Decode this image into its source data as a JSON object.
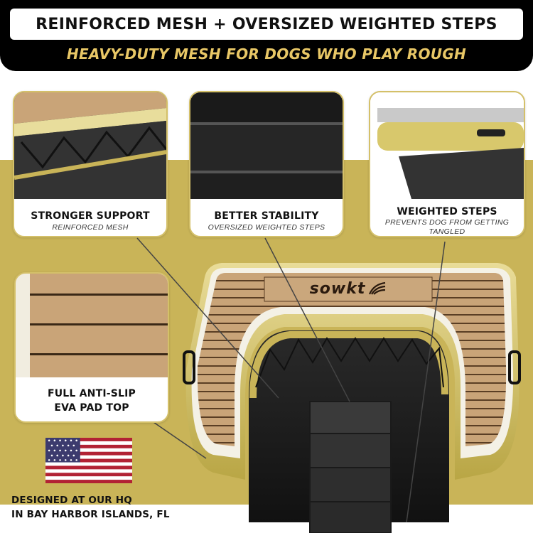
{
  "header": {
    "title": "REINFORCED MESH + OVERSIZED WEIGHTED STEPS",
    "subtitle": "HEAVY-DUTY MESH FOR DOGS WHO PLAY ROUGH"
  },
  "brand": {
    "logo_text": "sowkt"
  },
  "callouts": [
    {
      "title": "STRONGER SUPPORT",
      "subtitle": "REINFORCED MESH"
    },
    {
      "title": "BETTER STABILITY",
      "subtitle": "OVERSIZED WEIGHTED STEPS"
    },
    {
      "title": "WEIGHTED STEPS",
      "subtitle_line1": "PREVENTS DOG FROM GETTING",
      "subtitle_line2": "TANGLED"
    },
    {
      "title_line1": "FULL ANTI-SLIP",
      "title_line2": "EVA PAD TOP"
    }
  ],
  "footer": {
    "hq_line1": "DESIGNED AT OUR HQ",
    "hq_line2": "IN BAY HARBOR ISLANDS, FL"
  },
  "colors": {
    "gold": "#c9b458",
    "accent_text": "#e8c766",
    "teak": "#c9a478",
    "black": "#000000"
  }
}
